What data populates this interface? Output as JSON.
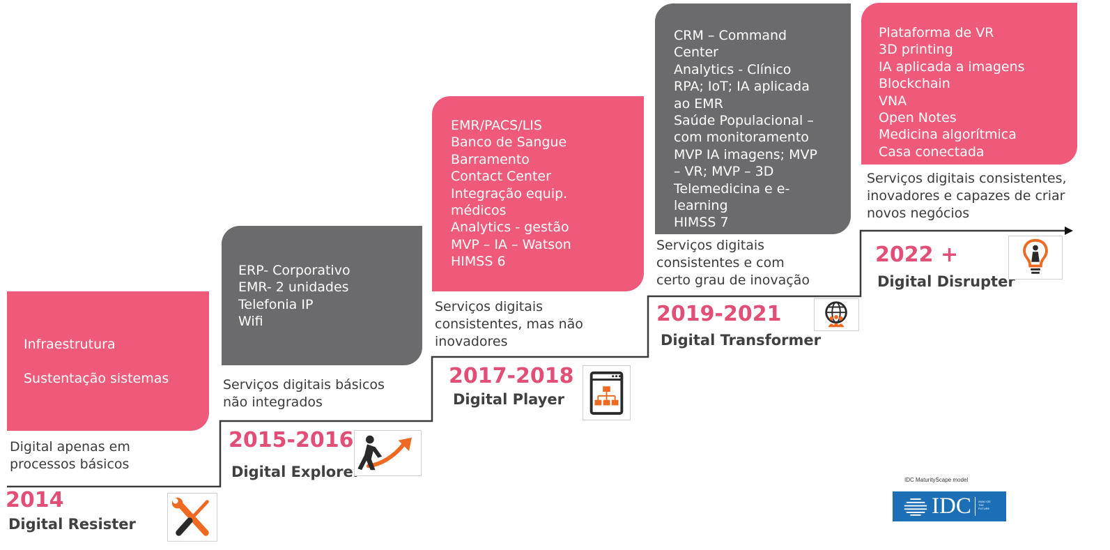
{
  "stages": [
    {
      "items": [
        "Infraestrutura",
        "Sustentação sistemas"
      ],
      "description": [
        "Digital apenas em",
        "processos básicos"
      ],
      "year": "2014",
      "name": "Digital Resister",
      "icon": "wrench-screwdriver-icon"
    },
    {
      "items": [
        "ERP- Corporativo",
        "EMR- 2 unidades",
        "Telefonia IP",
        "Wifi"
      ],
      "description": [
        "Serviços digitais básicos",
        "não integrados"
      ],
      "year": "2015-2016",
      "name": "Digital Explorer",
      "icon": "explorer-pulling-arrow-icon"
    },
    {
      "items": [
        "EMR/PACS/LIS",
        "Banco de Sangue",
        "Barramento",
        "Contact Center",
        "Integração equip.",
        "médicos",
        "Analytics - gestão",
        "MVP – IA – Watson",
        "HIMSS 6"
      ],
      "description": [
        "Serviços digitais",
        "consistentes, mas não",
        "inovadores"
      ],
      "year": "2017-2018",
      "name": "Digital Player",
      "icon": "org-chart-window-icon"
    },
    {
      "items": [
        "CRM – Command",
        "Center",
        "Analytics - Clínico",
        "RPA; IoT; IA aplicada",
        "ao EMR",
        "Saúde Populacional –",
        "com monitoramento",
        "MVP IA imagens; MVP",
        "– VR; MVP – 3D",
        "Telemedicina e e-",
        "learning",
        "HIMSS 7"
      ],
      "description": [
        "Serviços digitais",
        "consistentes e com",
        "certo grau de inovação"
      ],
      "year": "2019-2021",
      "name": "Digital Transformer",
      "icon": "globe-people-icon"
    },
    {
      "items": [
        "Plataforma de VR",
        "3D printing",
        "IA aplicada a imagens",
        "Blockchain",
        "VNA",
        "Open Notes",
        "Medicina algorítmica",
        "Casa conectada"
      ],
      "description": [
        "Serviços digitais consistentes,",
        "inovadores e capazes de criar",
        "novos negócios"
      ],
      "year": "2022 +",
      "name": "Digital Disrupter",
      "icon": "lightbulb-person-icon"
    }
  ],
  "source": {
    "caption": "IDC MaturityScape model",
    "logo_text": "IDC",
    "logo_tagline": [
      "ANALYZE",
      "THE",
      "FUTURE"
    ]
  },
  "colors": {
    "pink": "#ef5a7b",
    "gray": "#6b6b6d",
    "year": "#e24f76",
    "idc_blue": "#1d6fb5"
  }
}
